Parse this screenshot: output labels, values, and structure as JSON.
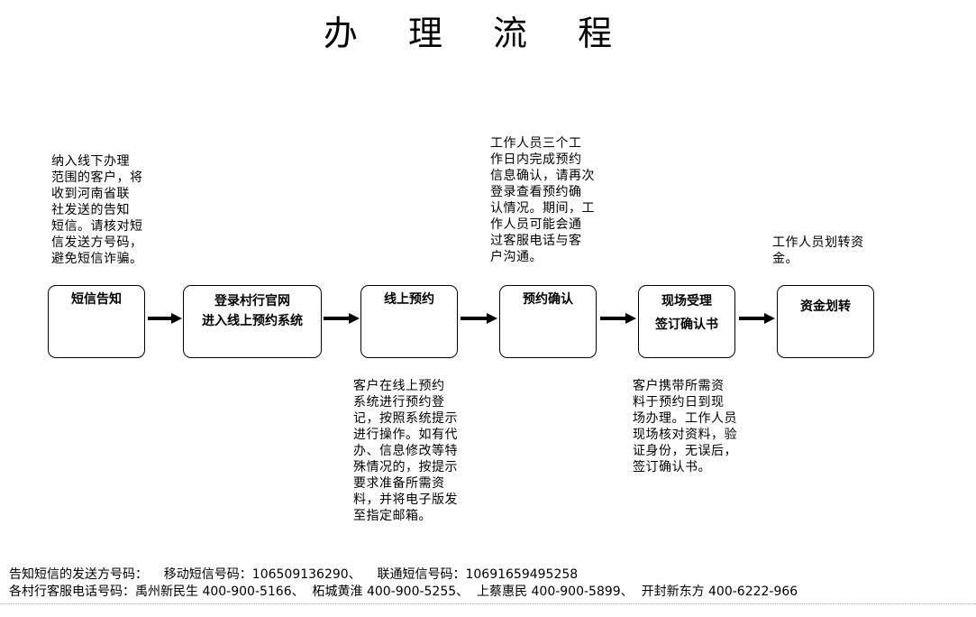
{
  "title": "办 理 流 程",
  "steps": [
    {
      "line1": "短信告知",
      "line2": ""
    },
    {
      "line1": "登录村行官网",
      "line2": "进入线上预约系统"
    },
    {
      "line1": "线上预约",
      "line2": ""
    },
    {
      "line1": "预约确认",
      "line2": ""
    },
    {
      "line1": "现场受理",
      "line2": "签订确认书"
    },
    {
      "line1": "资金划转",
      "line2": ""
    }
  ],
  "notes": {
    "sms": "纳入线下办理\n范围的客户，将\n收到河南省联\n社发送的告知\n短信。请核对短\n信发送方号码，\n避免短信诈骗。",
    "online_booking": "客户在线上预约\n系统进行预约登\n记，按照系统提示\n进行操作。如有代\n办、信息修改等特\n殊情况的，按提示\n要求准备所需资\n料，并将电子版发\n至指定邮箱。",
    "confirmation": "工作人员三个工\n作日内完成预约\n信息确认，请再次\n登录查看预约确\n认情况。期间，工\n作人员可能会通\n过客服电话与客\n户沟通。",
    "onsite": "客户携带所需资\n料于预约日到现\n场办理。工作人员\n现场核对资料，验\n证身份，无误后，\n签订确认书。",
    "transfer": "工作人员划转资\n金。"
  },
  "footer": {
    "line1": "告知短信的发送方号码：    移动短信号码：106509136290、    联通短信号码：10691659495258",
    "line2": "各村行客服电话号码：禹州新民生 400-900-5166、  柘城黄淮 400-900-5255、  上蔡惠民 400-900-5899、  开封新东方 400-6222-966"
  }
}
